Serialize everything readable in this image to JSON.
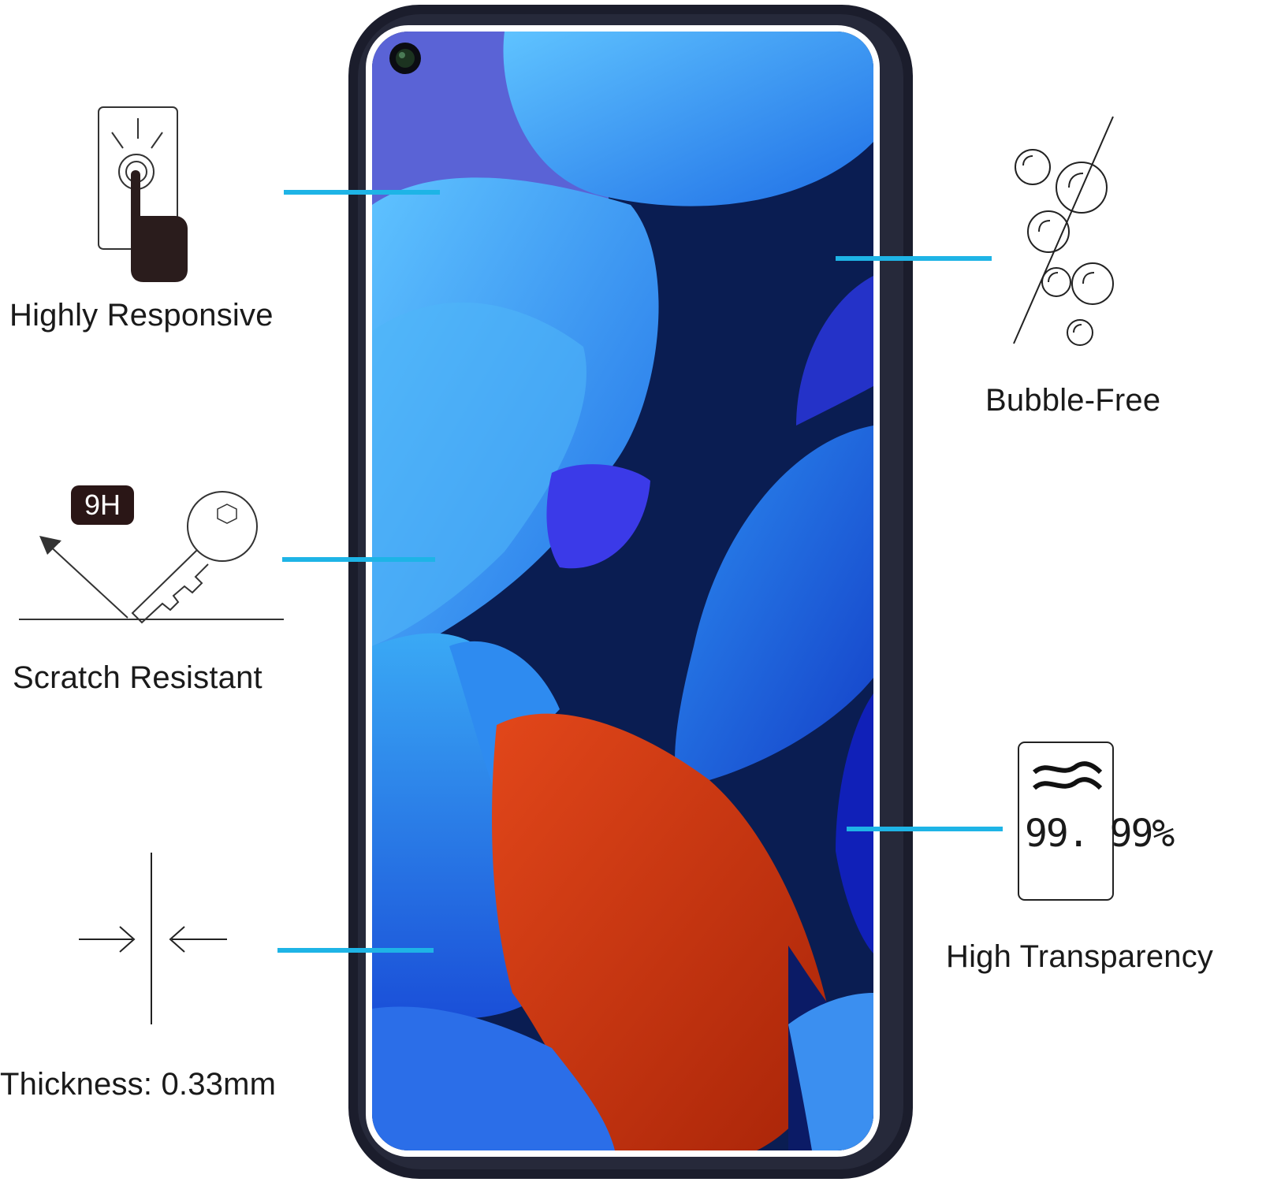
{
  "features": {
    "responsive": {
      "label": "Highly Responsive",
      "icon": "touch-finger-icon"
    },
    "scratch": {
      "label": "Scratch Resistant",
      "badge": "9H",
      "icon": "key-scratch-icon"
    },
    "thickness": {
      "label": "Thickness: 0.33mm",
      "icon": "thickness-arrows-icon"
    },
    "bubble": {
      "label": "Bubble-Free",
      "icon": "bubbles-icon"
    },
    "transparency": {
      "label": "High Transparency",
      "percent": "99. 99%",
      "icon": "transparency-card-icon"
    }
  },
  "colors": {
    "connector": "#1eb4e6",
    "phone_frame": "#1b1d2c",
    "screen_dark": "#0a1d52",
    "petal_red": "#d43a12",
    "petal_light": "#38a8f2"
  }
}
